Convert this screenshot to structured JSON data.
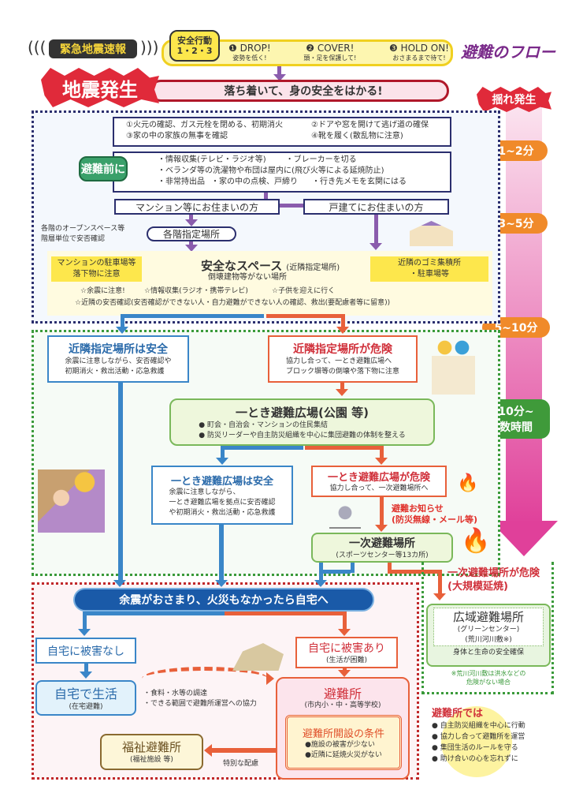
{
  "header": {
    "alert": "緊急地震速報",
    "safety_badge": "安全行動\n1・2・3",
    "steps": [
      {
        "num": "❶",
        "title": "DROP!",
        "sub": "姿勢を低く!"
      },
      {
        "num": "❷",
        "title": "COVER!",
        "sub": "頭・足を保護して!"
      },
      {
        "num": "❸",
        "title": "HOLD ON!",
        "sub": "おさまるまで待て!"
      }
    ],
    "title": "避難のフロー"
  },
  "quake": {
    "label": "地震発生",
    "message": "落ち着いて、身の安全をはかる!"
  },
  "timeline": [
    "揺れ発生",
    "1~2分",
    "3~5分",
    "5~10分",
    "10分~\n数時間"
  ],
  "first_actions": [
    "①火元の確認、ガス元栓を閉める、初期消火",
    "②ドアや窓を開けて逃げ道の確保",
    "③家の中の家族の無事を確認",
    "④靴を履く(散乱物に注意)"
  ],
  "before_evac": {
    "label": "避難前に",
    "items": [
      "・情報収集(テレビ・ラジオ等)",
      "・ブレーカーを切る",
      "・ベランダ等の洗濯物や布団は屋内に(飛び火等による延焼防止)",
      "・非常持出品",
      "・家の中の点検、戸締り",
      "・行き先メモを玄関にはる"
    ]
  },
  "housing": {
    "mansion": "マンション等にお住まいの方",
    "house": "戸建てにお住まいの方",
    "floor_note": "各階のオープンスペース等\n階層単位で安否確認",
    "floor_place": "各階指定場所"
  },
  "safe_space": {
    "title": "安全なスペース",
    "title_note": "(近隣指定場所)",
    "sub": "倒壊建物等がない場所",
    "left": "マンションの駐車場等\n落下物に注意",
    "right": "近隣のゴミ集積所\n・駐車場等",
    "notes": [
      "☆余震に注意!",
      "☆情報収集(ラジオ・携帯テレビ)",
      "☆子供を迎えに行く",
      "☆近隣の安否確認(安否確認ができない人・自力避難ができない人の確認、救出(要配慮者等に留意))"
    ]
  },
  "nearby_safe": {
    "title": "近隣指定場所は安全",
    "body": "余震に注意しながら、安否確認や\n初期消火・救出活動・応急救護"
  },
  "nearby_danger": {
    "title": "近隣指定場所が危険",
    "body": "協力し合って、一とき避難広場へ\nブロック塀等の倒壊や落下物に注意"
  },
  "temp_plaza": {
    "title": "一とき避難広場(公園 等)",
    "items": [
      "● 町会・自治会・マンションの住民集結",
      "● 防災リーダーや自主防災組織を中心に集団避難の体制を整える"
    ]
  },
  "plaza_safe": {
    "title": "一とき避難広場は安全",
    "body": "余震に注意しながら、\n一とき避難広場を拠点に安否確認\nや初期消火・救出活動・応急救護"
  },
  "plaza_danger": {
    "title": "一とき避難広場が危険",
    "body": "協力し合って、一次避難場所へ"
  },
  "notice": "避難お知らせ\n(防災無線・メール等)",
  "primary": {
    "title": "一次避難場所",
    "sub": "(スポーツセンター等13カ所)"
  },
  "primary_danger": "一次避難場所が危険\n(大規模延焼)",
  "wide_area": {
    "title": "広域避難場所",
    "sub1": "(グリーンセンター)",
    "sub2": "(荒川河川敷※)",
    "foot": "身体と生命の安全確保",
    "note": "※荒川河川敷は洪水などの\n危険がない場合"
  },
  "return_home": "余震がおさまり、火災もなかったら自宅へ",
  "no_damage": "自宅に被害なし",
  "live_home": {
    "title": "自宅で生活",
    "sub": "(在宅避難)"
  },
  "live_notes": "・食料・水等の調達\n・できる範囲で避難所運営への協力",
  "damage": {
    "title": "自宅に被害あり",
    "sub": "(生活が困難)"
  },
  "shelter": {
    "title": "避難所",
    "sub": "(市内小・中・高等学校)",
    "cond_title": "避難所開設の条件",
    "conds": [
      "●施設の被害が少ない",
      "●近隣に延焼火災がない"
    ]
  },
  "welfare": {
    "title": "福祉避難所",
    "sub": "(福祉施設 等)",
    "arrow_label": "特別な配慮"
  },
  "at_shelter": {
    "title": "避難所では",
    "items": [
      "● 自主防災組織を中心に行動",
      "● 協力し合って避難所を運営",
      "● 集団生活のルールを守る",
      "● 助け合いの心を忘れずに"
    ]
  },
  "colors": {
    "blue": "#3a86c8",
    "red": "#e8603a",
    "purple": "#8a5cad",
    "green": "#5aa65a",
    "navy": "#2b2f6e"
  }
}
